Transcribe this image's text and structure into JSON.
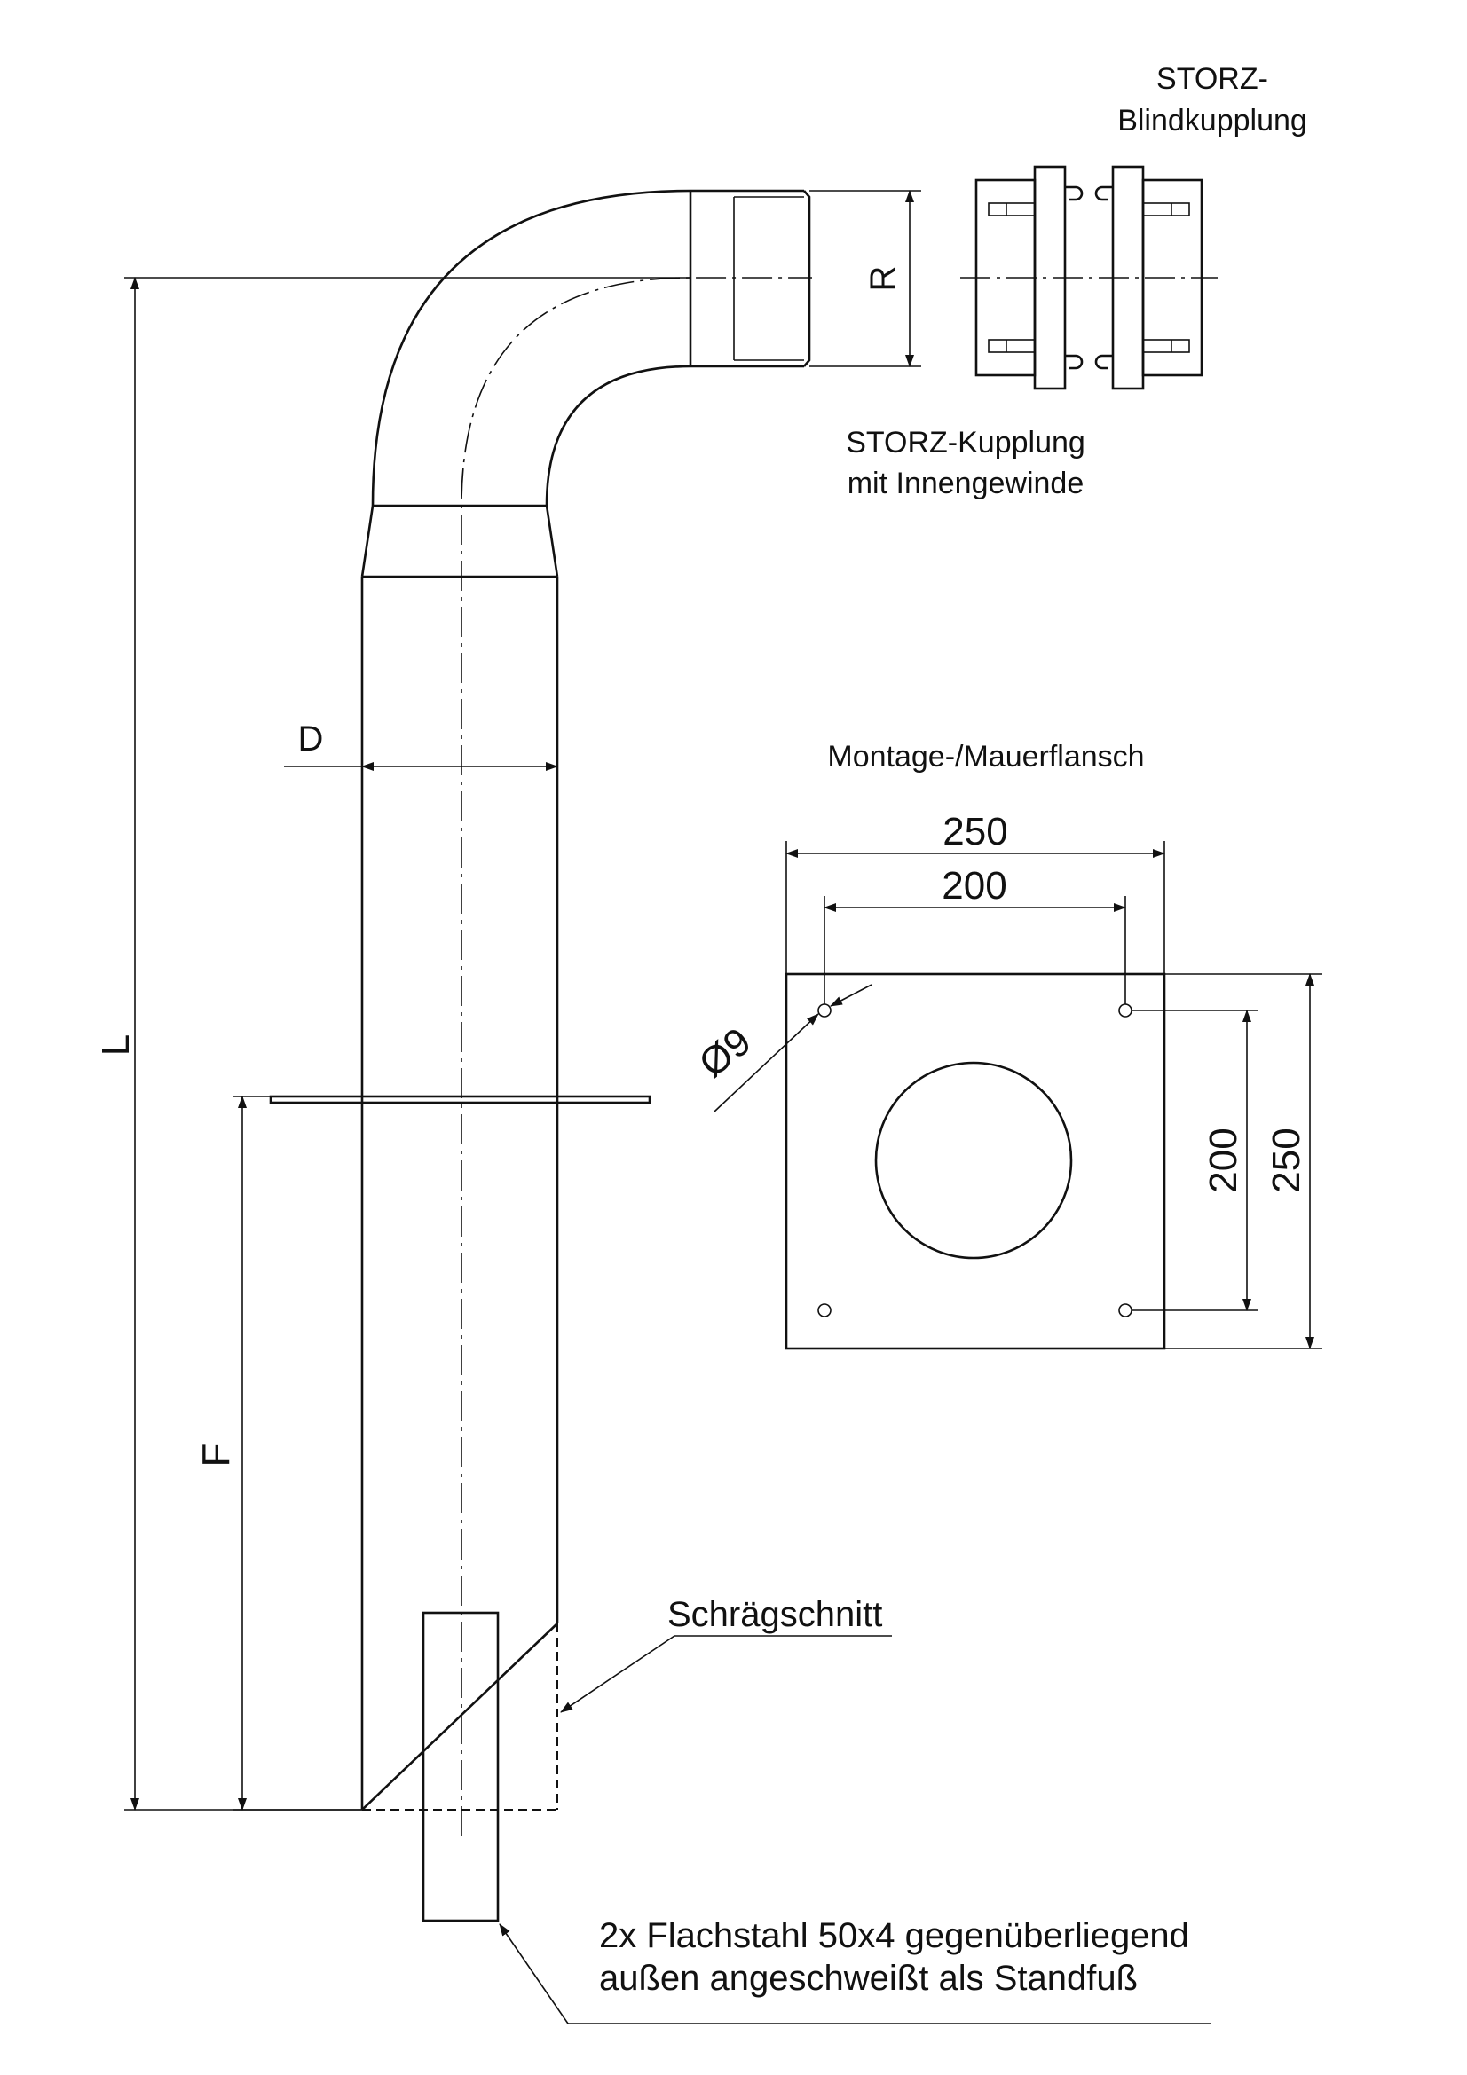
{
  "labels": {
    "blind_coupling_line1": "STORZ-",
    "blind_coupling_line2": "Blindkupplung",
    "coupling_line1": "STORZ-Kupplung",
    "coupling_line2": "mit Innengewinde",
    "flange_title": "Montage-/Mauerflansch",
    "bevel_cut": "Schrägschnitt",
    "note_line1": "2x Flachstahl 50x4 gegenüberliegend",
    "note_line2": "außen angeschweißt als Standfuß"
  },
  "dimensions": {
    "length": "L",
    "diameter": "D",
    "thread": "R",
    "flange_depth": "F",
    "flange_width_outer": "250",
    "flange_width_holes": "200",
    "flange_height_holes": "200",
    "flange_height_outer": "250",
    "hole_diameter": "Ø9"
  }
}
